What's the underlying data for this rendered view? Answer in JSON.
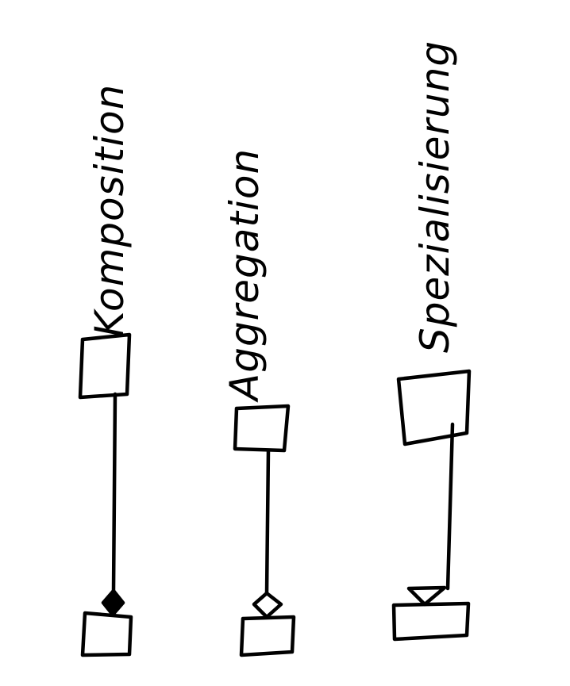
{
  "diagram": {
    "columns": [
      {
        "id": "composition",
        "label": "Komposition",
        "end_marker": "filled-diamond"
      },
      {
        "id": "aggregation",
        "label": "Aggregation",
        "end_marker": "hollow-diamond"
      },
      {
        "id": "specialization",
        "label": "Spezialisierung",
        "end_marker": "hollow-triangle"
      }
    ],
    "stroke_color": "#000000",
    "background_color": "#ffffff"
  }
}
